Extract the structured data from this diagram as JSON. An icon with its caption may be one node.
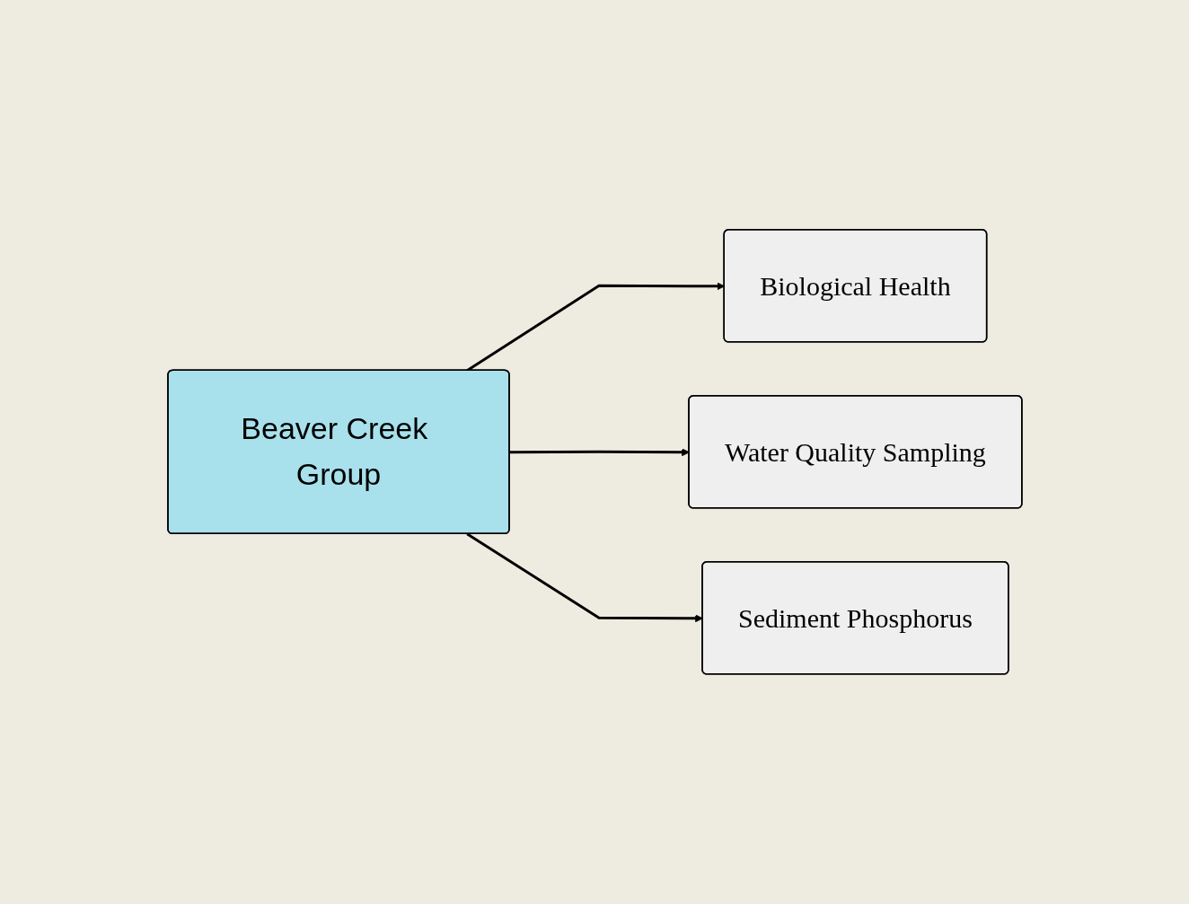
{
  "diagram": {
    "nodes": [
      {
        "text": [
          "Beaver Creek Group"
        ]
      },
      {
        "text": [
          "Biological Health"
        ]
      },
      {
        "text": [
          "Water Quality Sampling"
        ]
      },
      {
        "text": [
          "Sediment Phosphorus"
        ]
      }
    ],
    "edges": [
      {
        "from": 0,
        "to": 1,
        "arrow": "to"
      },
      {
        "from": 0,
        "to": 2,
        "arrow": "to"
      },
      {
        "from": 0,
        "to": 3,
        "arrow": "to"
      }
    ]
  }
}
